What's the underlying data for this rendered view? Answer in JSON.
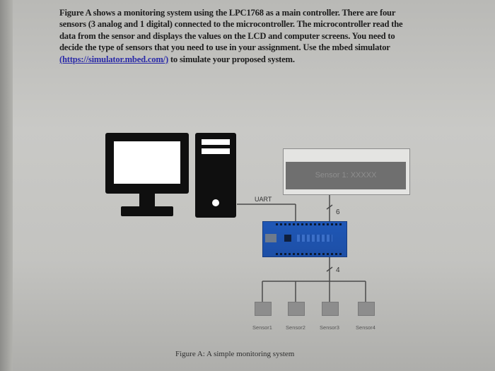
{
  "paragraph": {
    "line1": "Figure A shows a monitoring system using the LPC1768 as a main controller. There are four",
    "line2": "sensors (3 analog and 1 digital) connected to the microcontroller. The microcontroller read the",
    "line3": "data from the sensor and displays the values on the LCD and computer screens. You need to",
    "line4": "decide the type of sensors that you need to use in your assignment. Use the mbed simulator",
    "line5_link": "(https://simulator.mbed.com/)",
    "line5_rest": " to simulate your proposed system."
  },
  "diagram": {
    "lcd_text": "Sensor 1: XXXXX",
    "uart_label": "UART",
    "lcd_pin_count": "6",
    "sensor_bus_count": "4",
    "sensors": [
      "Sensor1",
      "Sensor2",
      "Sensor3",
      "Sensor4"
    ]
  },
  "caption": "Figure A: A simple monitoring system",
  "colors": {
    "board": "#1f57b6",
    "lcd_screen": "#6f6f6f",
    "icon_dark": "#0f0f0f"
  }
}
